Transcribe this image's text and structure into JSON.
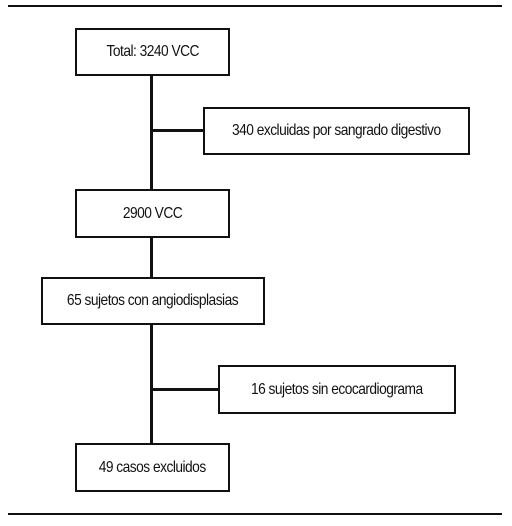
{
  "flowchart": {
    "total": "Total: 3240 VCC",
    "excluded_bleeding": "340 excluidas por sangrado digestivo",
    "remaining": "2900 VCC",
    "angiodysplasia": "65 sujetos con angiodisplasias",
    "no_echo": "16 sujetos sin ecocardiograma",
    "cases_excluded": "49 casos excluidos"
  }
}
